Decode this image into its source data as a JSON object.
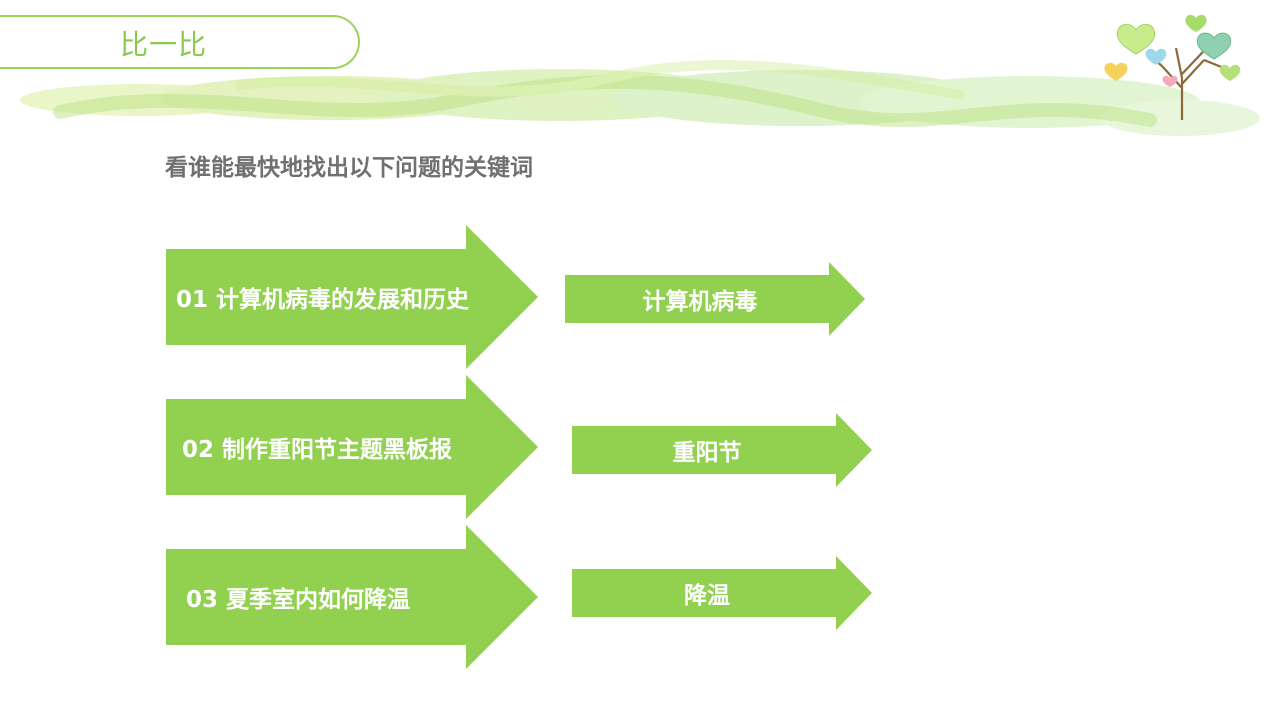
{
  "header": {
    "title": "比一比"
  },
  "prompt": "看谁能最快地找出以下问题的关键词",
  "questions": [
    {
      "label": "01 计算机病毒的发展和历史",
      "keyword": "计算机病毒"
    },
    {
      "label": "02 制作重阳节主题黑板报",
      "keyword": "重阳节"
    },
    {
      "label": "03 夏季室内如何降温",
      "keyword": "降温"
    }
  ],
  "colors": {
    "accent": "#92d050",
    "title_text": "#8cc850",
    "subtitle_text": "#707070"
  },
  "decoration": {
    "icon": "heart-tree-icon"
  }
}
